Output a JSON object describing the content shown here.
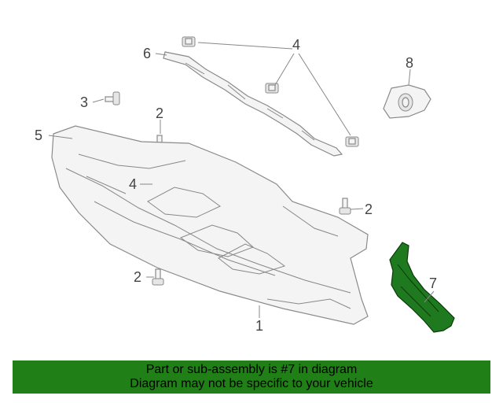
{
  "callouts": {
    "c1": "1",
    "c2a": "2",
    "c2b": "2",
    "c2c": "2",
    "c3": "3",
    "c4a": "4",
    "c4b": "4",
    "c5": "5",
    "c6": "6",
    "c7": "7",
    "c8": "8"
  },
  "banner": {
    "line1": "Part or sub-assembly is #7 in diagram",
    "line2": "Diagram may not be specific to your vehicle"
  },
  "colors": {
    "highlight": "#1f7a1f",
    "banner": "#217f17"
  }
}
